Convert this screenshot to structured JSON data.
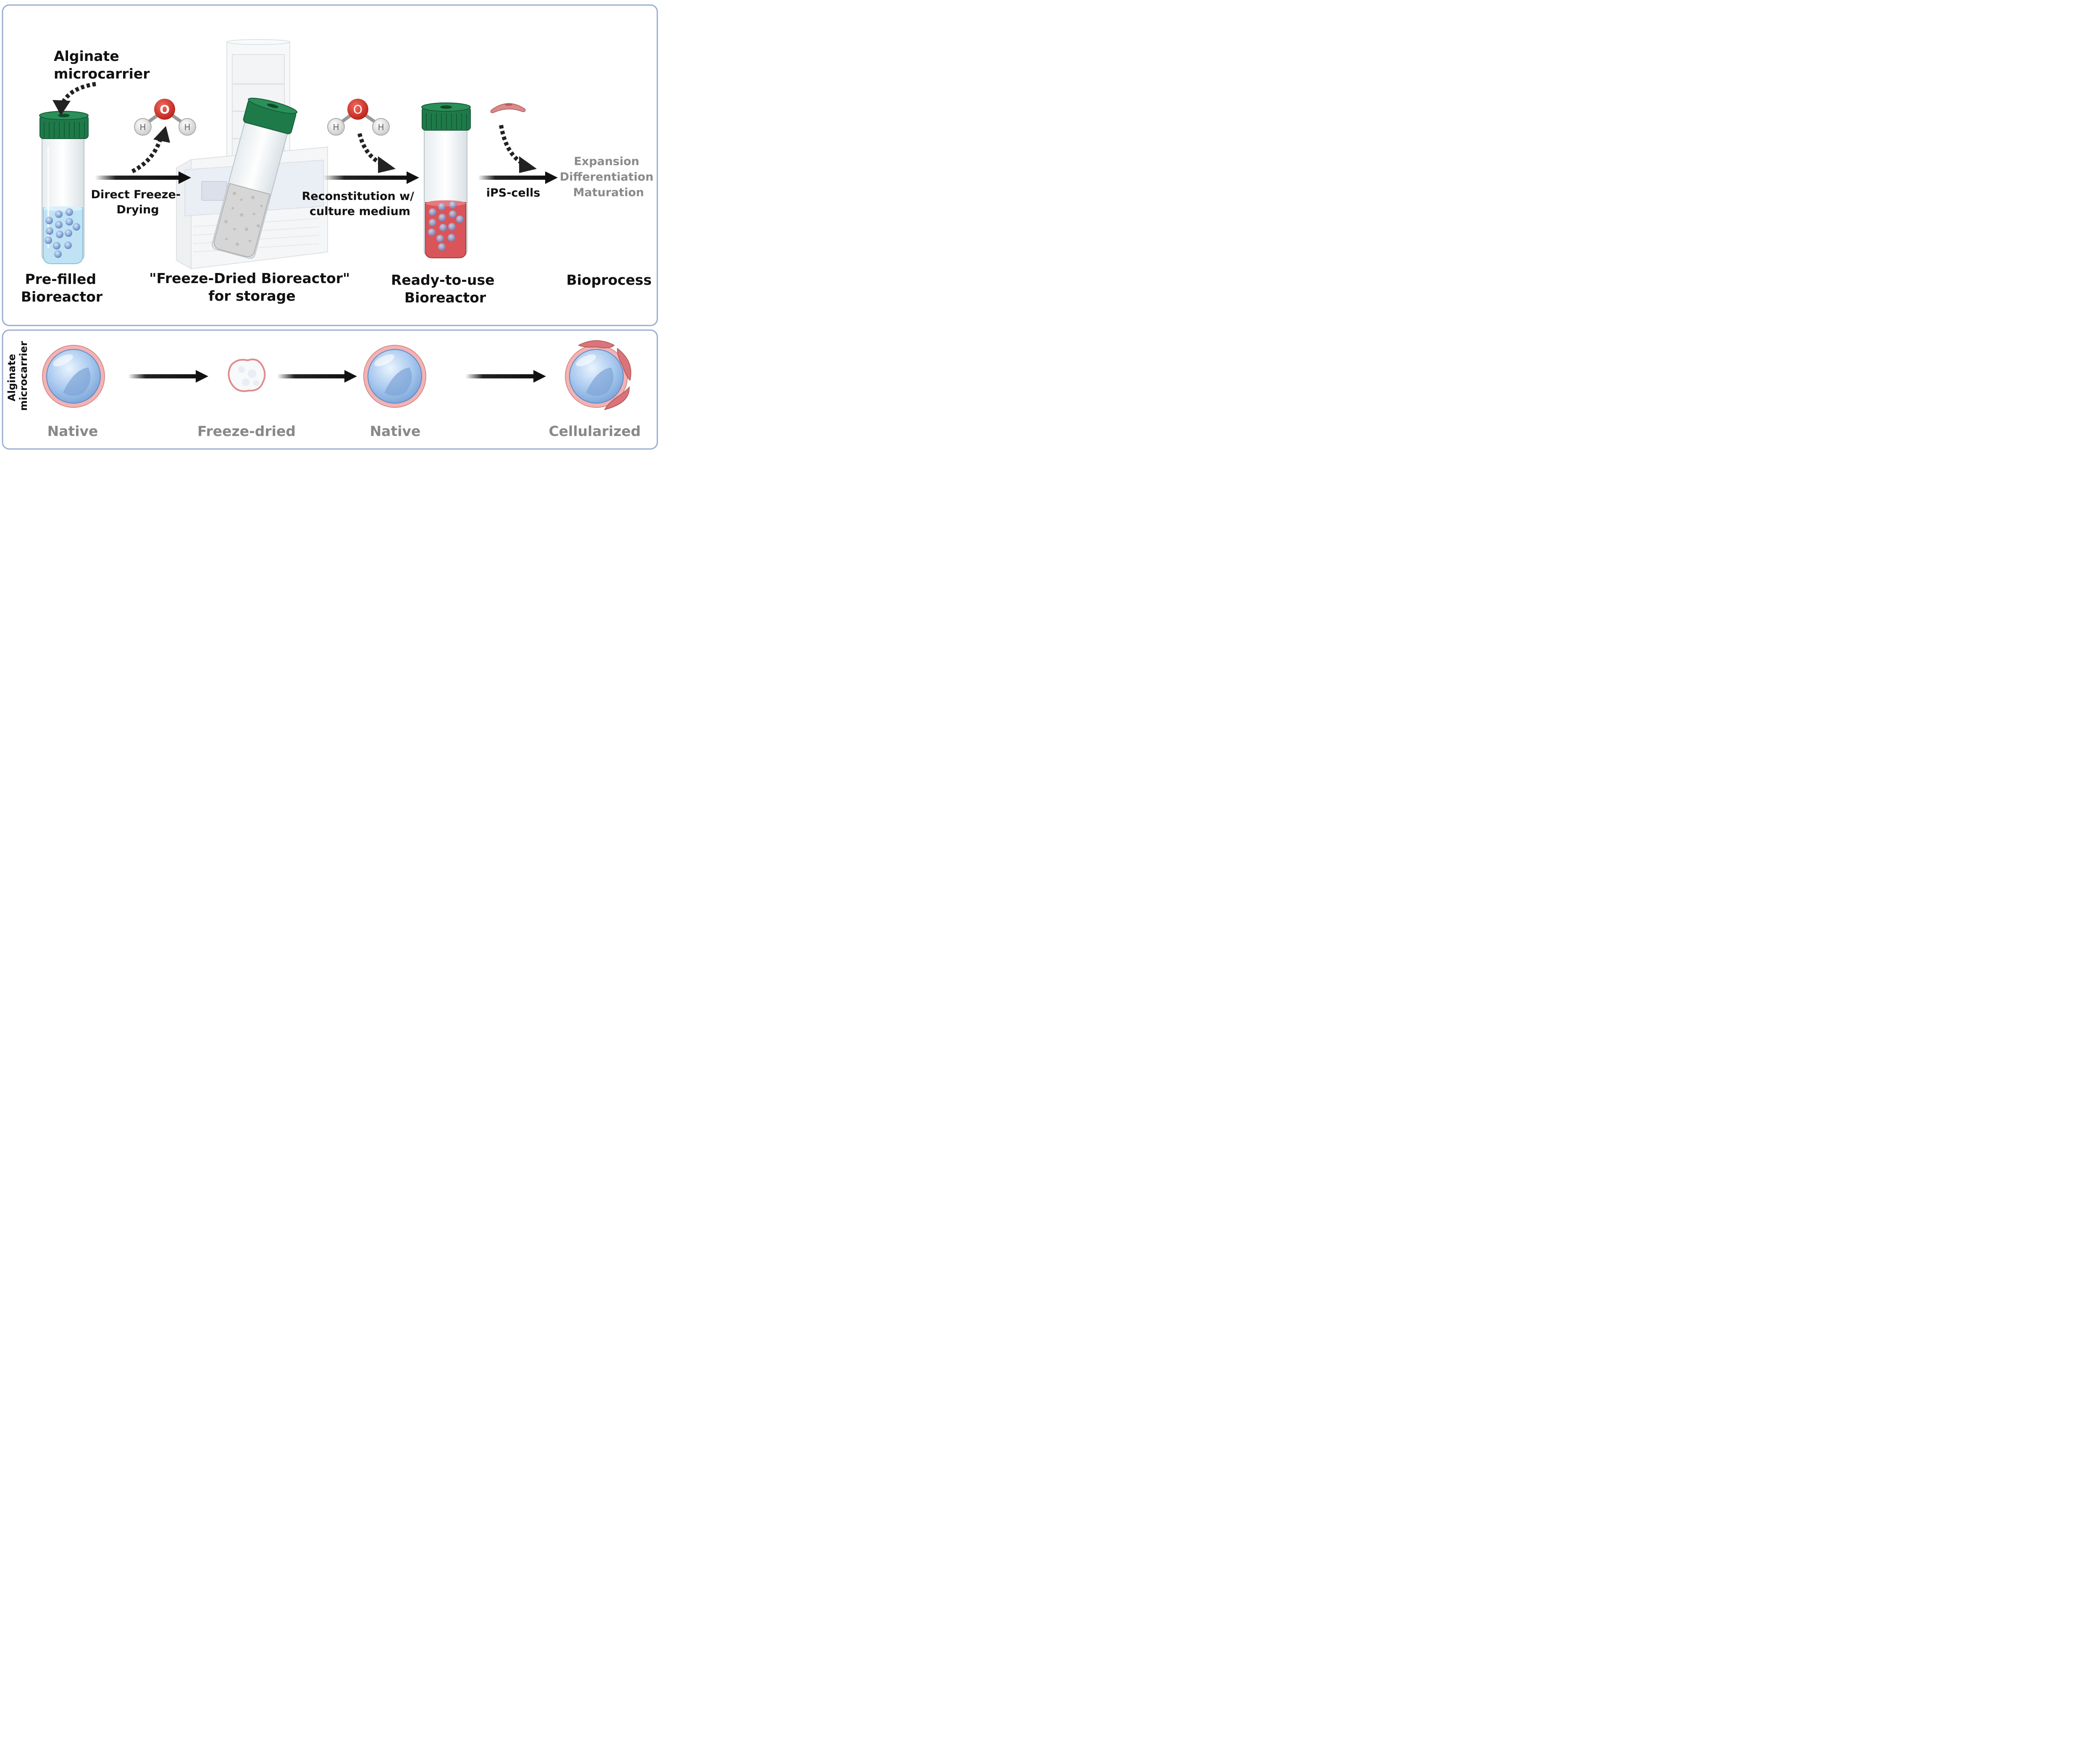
{
  "top_panel": {
    "alginate_label": [
      "Alginate",
      "microcarrier"
    ],
    "direct_freeze_drying": [
      "Direct Freeze-",
      "Drying"
    ],
    "reconstitution": [
      "Reconstitution w/",
      "culture medium"
    ],
    "ips_cells": "iPS-cells",
    "bioprocess_steps": [
      "Expansion",
      "Differentiation",
      "Maturation"
    ],
    "prefilled": [
      "Pre-filled",
      "Bioreactor"
    ],
    "freeze_dried": [
      "\"Freeze-Dried Bioreactor\"",
      "for storage"
    ],
    "ready": [
      "Ready-to-use",
      "Bioreactor"
    ],
    "bioprocess": "Bioprocess",
    "water_atoms": {
      "oxygen": "O",
      "hydrogen": "H"
    }
  },
  "bottom_panel": {
    "side_label": [
      "Alginate",
      "microcarrier"
    ],
    "states": [
      "Native",
      "Freeze-dried",
      "Native",
      "Cellularized"
    ]
  },
  "colors": {
    "panel_border": "#9aaed0",
    "cap_green": "#1f7a4a",
    "liquid_blue": "#bfe3f5",
    "medium_red": "#d9555a",
    "oxygen_red": "#cc2a22",
    "cell_pink": "#d98a8a",
    "grey_text": "#888888"
  }
}
